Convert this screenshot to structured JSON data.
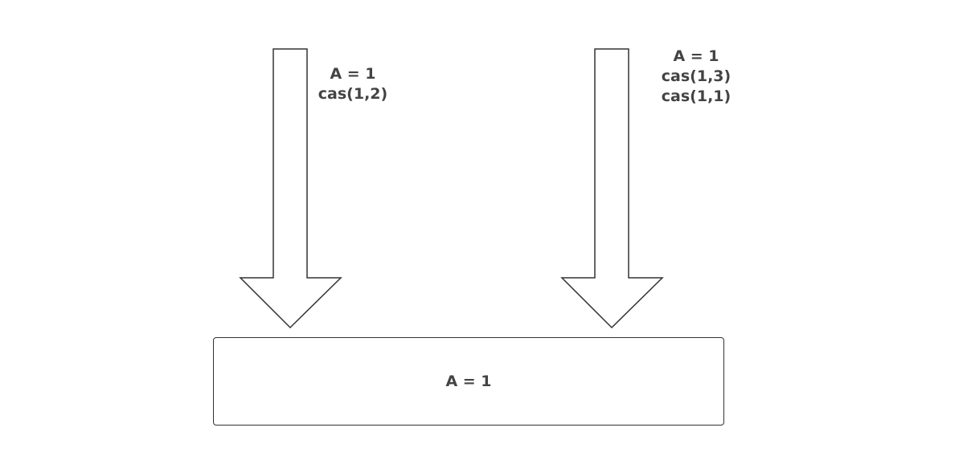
{
  "diagram": {
    "left_thread": {
      "lines": [
        "A = 1",
        "cas(1,2)"
      ]
    },
    "right_thread": {
      "lines": [
        "A = 1",
        "cas(1,3)",
        "cas(1,1)"
      ]
    },
    "memory_box": {
      "label": "A = 1"
    },
    "colors": {
      "stroke": "#333333",
      "text": "#444444",
      "background": "#ffffff"
    }
  }
}
